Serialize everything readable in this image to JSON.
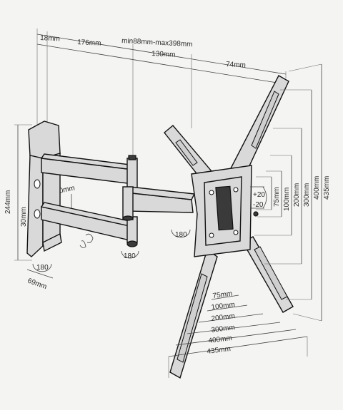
{
  "top_dims": {
    "d1": "18mm",
    "d2": "176mm",
    "d3": "min88mm-max398mm",
    "d4": "130mm",
    "d5": "74mm"
  },
  "left_dims": {
    "height": "244mm",
    "arm": "30mm",
    "depth": "69mm",
    "arm_gap": "20mm"
  },
  "rotations": {
    "wall": "180",
    "elbow": "180",
    "plate": "180"
  },
  "tilt": {
    "up": "+20",
    "down": "-20"
  },
  "vertical_spacing": [
    "75mm",
    "100mm",
    "200mm",
    "300mm",
    "400mm",
    "435mm"
  ],
  "horizontal_spacing": [
    "75mm",
    "100mm",
    "200mm",
    "300mm",
    "400mm",
    "435mm"
  ]
}
